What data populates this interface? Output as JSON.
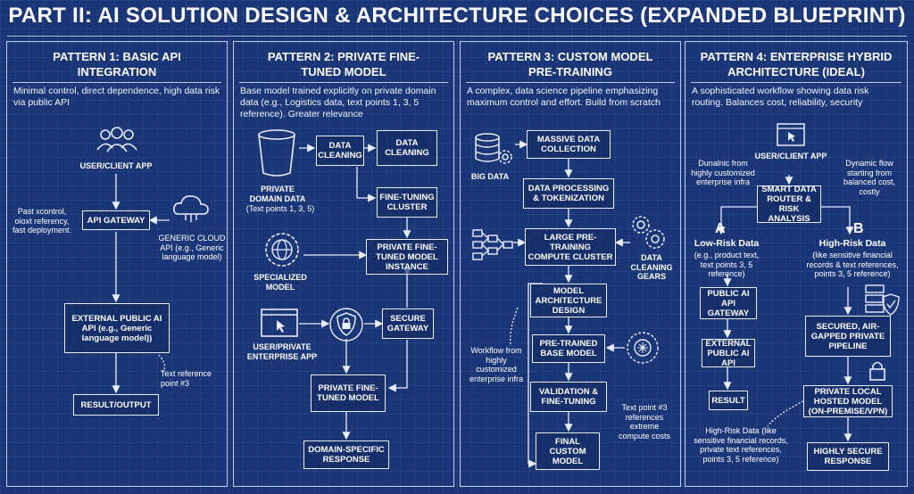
{
  "title": "PART II: AI SOLUTION DESIGN & ARCHITECTURE CHOICES (EXPANDED BLUEPRINT)",
  "colors": {
    "background": "#1a3676",
    "line": "#e8eefc"
  },
  "p1": {
    "title": "PATTERN 1: BASIC API INTEGRATION",
    "desc": "Minimal control, direct dependence, high data risk via public API",
    "user": "USER/CLIENT APP",
    "gateway": "API GATEWAY",
    "cloud": "GENERIC CLOUD API (e.g., Generic language model)",
    "side_note": "Past xcontrol, oioxt referency, fast deployment.",
    "external": "EXTERNAL PUBLIC AI API (e.g., Generic language model))",
    "ref": "Text reference point #3",
    "result": "RESULT/OUTPUT"
  },
  "p2": {
    "title": "PATTERN 2: PRIVATE FINE-TUNED MODEL",
    "desc": "Base model trained explicitly on private domain data (e.g., Logistics data, text points 1, 3, 5 reference). Greater relevance",
    "bucket": "PRIVATE DOMAIN DATA",
    "bucket_sub": "(Text points 1, 3, 5)",
    "clean1": "DATA CLEANING",
    "clean2": "DATA CLEANING",
    "ft_cluster": "FINE-TUNING CLUSTER",
    "specialized": "SPECIALIZED MODEL",
    "instance": "PRIVATE FINE-TUNED MODEL INSTANCE",
    "user_app": "USER/PRIVATE ENTERPRISE APP",
    "gateway": "SECURE GATEWAY",
    "model": "PRIVATE FINE-TUNED MODEL",
    "response": "DOMAIN-SPECIFIC RESPONSE"
  },
  "p3": {
    "title": "PATTERN 3: CUSTOM MODEL PRE-TRAINING",
    "desc": "A complex, data science pipeline emphasizing maximum control and effort. Build from scratch",
    "big_data": "BIG DATA",
    "collection": "MASSIVE DATA COLLECTION",
    "processing": "DATA PROCESSING & TOKENIZATION",
    "cluster": "LARGE PRE-TRAINING COMPUTE CLUSTER",
    "gears": "DATA CLEANING GEARS",
    "arch": "MODEL ARCHITECTURE DESIGN",
    "workflow": "Workflow from highly customized enterprise infra",
    "base": "PRE-TRAINED BASE MODEL",
    "validation": "VALIDATION & FINE-TUNING",
    "text_point": "Text point #3 references extreme compute costs",
    "final": "FINAL CUSTOM MODEL"
  },
  "p4": {
    "title": "PATTERN 4: ENTERPRISE HYBRID ARCHITECTURE (IDEAL)",
    "desc": "A sophisticated workflow showing data risk routing. Balances cost, reliability, security",
    "user": "USER/CLIENT APP",
    "note_left": "Dunalnic from highly customized enterprise infra",
    "note_right": "Dynamic flow starting from balanced cost, costly",
    "router": "SMART DATA ROUTER & RISK ANALYSIS",
    "label_a": "A",
    "label_b": "B",
    "low_title": "Low-Risk Data",
    "low_sub": "(e.g., product text, text points 3, 5 reference)",
    "high_title": "High-Risk Data",
    "high_sub": "(like sensitive financial records & text references, points 3, 5 reference)",
    "public_gw": "PUBLIC AI API GATEWAY",
    "external": "EXTERNAL PUBLIC AI API",
    "result": "RESULT",
    "secured": "SECURED, AIR-GAPPED PRIVATE PIPELINE",
    "local": "PRIVATE LOCAL HOSTED MODEL (ON-PREMISE/VPN)",
    "high_note": "High-Risk Data (like sensitive financial records, private text references, points 3, 5 reference)",
    "secure_resp": "HIGHLY SECURE RESPONSE"
  }
}
